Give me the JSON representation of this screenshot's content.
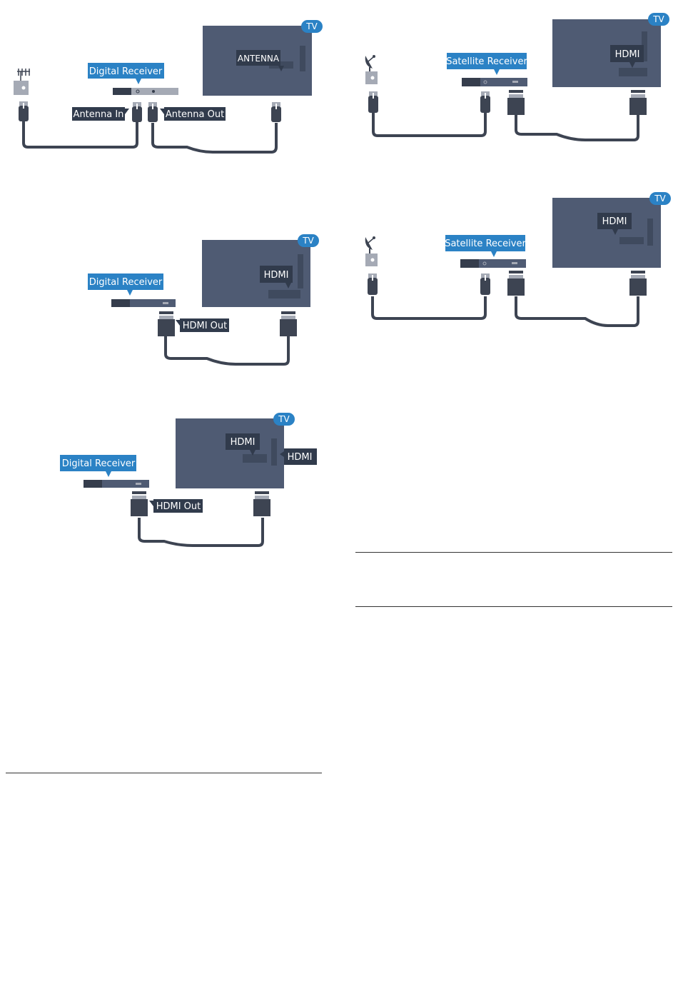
{
  "colors": {
    "tv": "#4f5b73",
    "tv_edge": "#3f4a5e",
    "cable": "#3d4452",
    "callout_blue": "#2b82c5",
    "label_dark": "#313b4c",
    "receiver_dark": "#353d4c",
    "receiver_light": "#a5aab5",
    "text_light": "#ffffff"
  },
  "icons": [
    "antenna-icon",
    "satellite-dish-icon",
    "coax-plug-icon",
    "hdmi-plug-icon",
    "tv-badge"
  ],
  "diagrams": {
    "antenna": {
      "tv_badge": "TV",
      "tv_port_label": "ANTENNA",
      "receiver_label": "Digital Receiver",
      "in_label": "Antenna In",
      "out_label": "Antenna Out"
    },
    "hdmi1": {
      "tv_badge": "TV",
      "tv_port_label": "HDMI",
      "receiver_label": "Digital Receiver",
      "out_label": "HDMI Out"
    },
    "hdmi2": {
      "tv_badge": "TV",
      "tv_port_label": "HDMI",
      "tv_side_label": "HDMI",
      "receiver_label": "Digital Receiver",
      "out_label": "HDMI Out"
    },
    "sat1": {
      "tv_badge": "TV",
      "tv_port_label": "HDMI",
      "receiver_label": "Satellite Receiver"
    },
    "sat2": {
      "tv_badge": "TV",
      "tv_port_label": "HDMI",
      "receiver_label": "Satellite Receiver"
    }
  }
}
